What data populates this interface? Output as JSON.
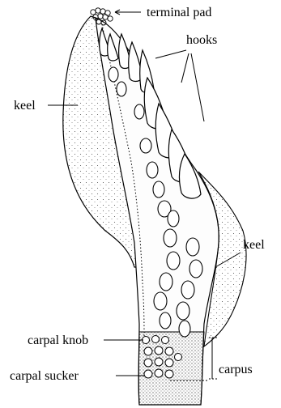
{
  "labels": {
    "terminal_pad": "terminal pad",
    "hooks": "hooks",
    "keel_left": "keel",
    "keel_right": "keel",
    "carpal_knob": "carpal knob",
    "carpal_sucker": "carpal sucker",
    "carpus": "carpus"
  },
  "colors": {
    "ink": "#000000",
    "paper": "#ffffff",
    "stipple": "#555555"
  }
}
